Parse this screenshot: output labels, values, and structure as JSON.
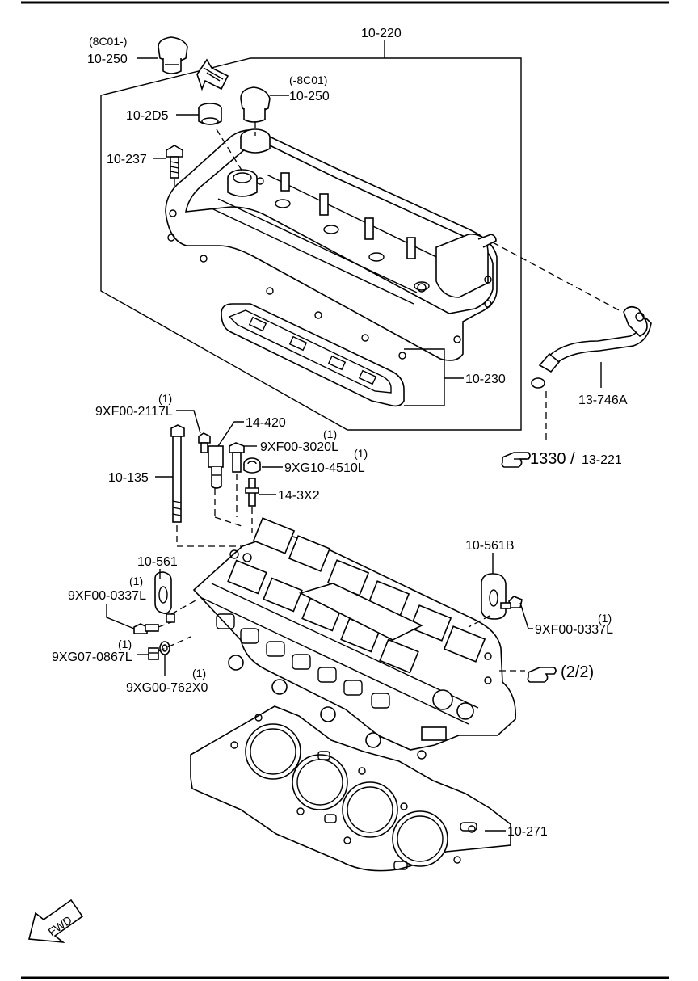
{
  "labels": {
    "p_10_220": "10-220",
    "p_10_250_a_qual": "(8C01-)",
    "p_10_250_a": "10-250",
    "p_10_250_b_qual": "(-8C01)",
    "p_10_250_b": "10-250",
    "p_10_2d5": "10-2D5",
    "p_10_237": "10-237",
    "p_10_230": "10-230",
    "p_13_746a": "13-746A",
    "ref_1330": "1330",
    "ref_sep": "/",
    "ref_13_221": "13-221",
    "qty_2117l": "(1)",
    "p_9xf00_2117l": "9XF00-2117L",
    "p_14_420": "14-420",
    "qty_3020l": "(1)",
    "p_9xf00_3020l": "9XF00-3020L",
    "qty_4510l": "(1)",
    "p_9xg10_4510l": "9XG10-4510L",
    "p_10_135": "10-135",
    "p_14_3x2": "14-3X2",
    "p_10_561b": "10-561B",
    "p_10_561": "10-561",
    "qty_0337l_left": "(1)",
    "p_9xf00_0337l_left": "9XF00-0337L",
    "qty_0337l_right": "(1)",
    "p_9xf00_0337l_right": "9XF00-0337L",
    "qty_0867l": "(1)",
    "p_9xg07_0867l": "9XG07-0867L",
    "qty_762x0": "(1)",
    "p_9xg00_762x0": "9XG00-762X0",
    "ref_2_2": "(2/2)",
    "p_10_271": "10-271",
    "fwd": "FWD"
  }
}
